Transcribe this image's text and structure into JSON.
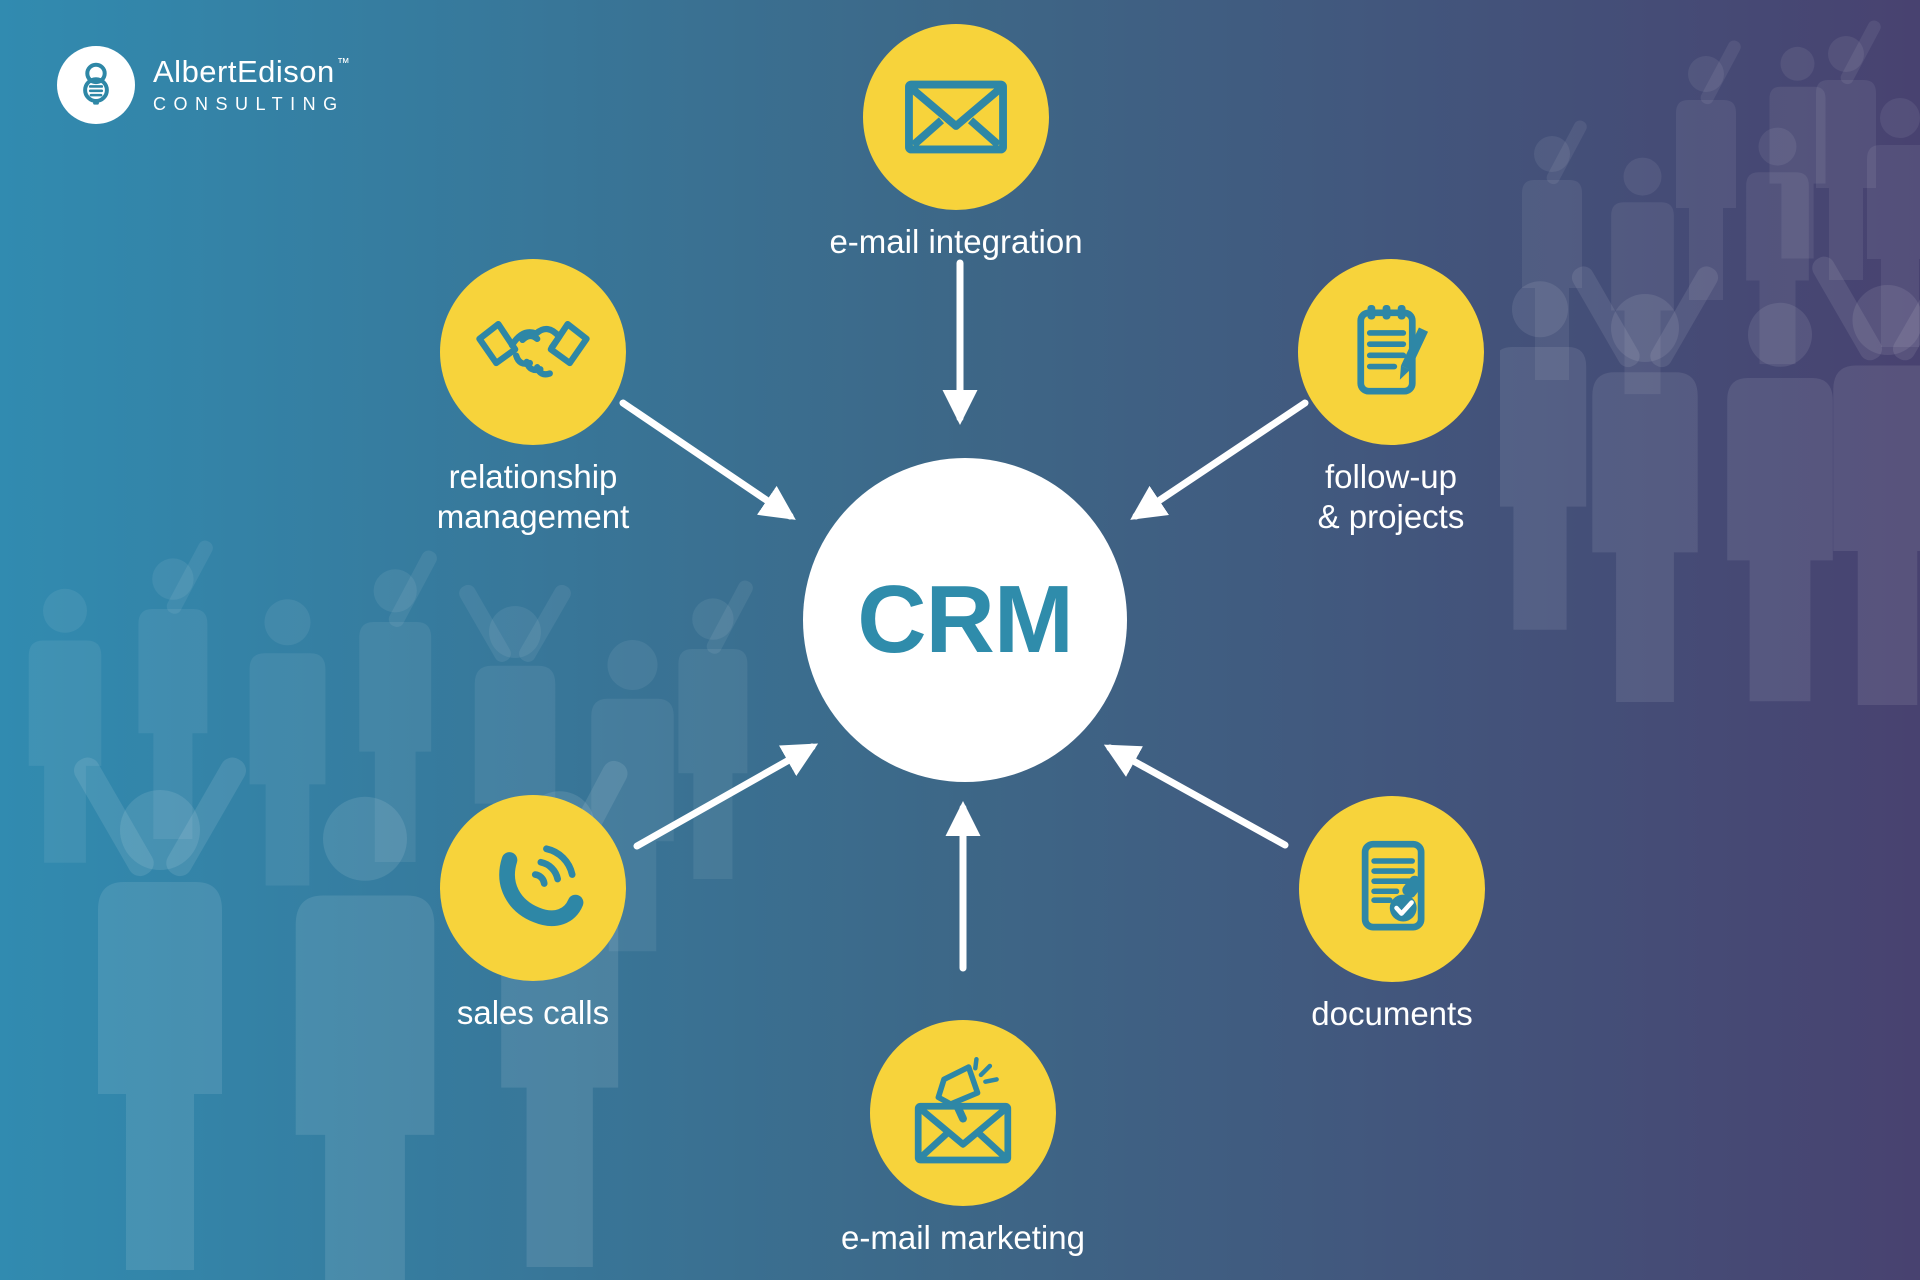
{
  "logo": {
    "brand": "AlbertEdison",
    "trademark": "™",
    "subtitle": "CONSULTING",
    "icon": "lightbulb-icon"
  },
  "center": {
    "label": "CRM"
  },
  "nodes": [
    {
      "id": "email-integration",
      "icon": "envelope-icon",
      "label_line1": "e-mail integration",
      "label_line2": ""
    },
    {
      "id": "relationship-management",
      "icon": "handshake-icon",
      "label_line1": "relationship",
      "label_line2": "management"
    },
    {
      "id": "follow-up-projects",
      "icon": "notepad-pencil-icon",
      "label_line1": "follow-up",
      "label_line2": "& projects"
    },
    {
      "id": "sales-calls",
      "icon": "phone-waves-icon",
      "label_line1": "sales calls",
      "label_line2": ""
    },
    {
      "id": "documents",
      "icon": "document-stamp-icon",
      "label_line1": "documents",
      "label_line2": ""
    },
    {
      "id": "email-marketing",
      "icon": "envelope-megaphone-icon",
      "label_line1": "e-mail marketing",
      "label_line2": ""
    }
  ],
  "colors": {
    "background-left": "#318bb0",
    "background-mid": "#3d6787",
    "background-right": "#484270",
    "node-yellow": "#f7d33b",
    "icon-teal": "#2e87a6",
    "crm-teal": "#2f8cab",
    "label-white": "#ffffff"
  }
}
